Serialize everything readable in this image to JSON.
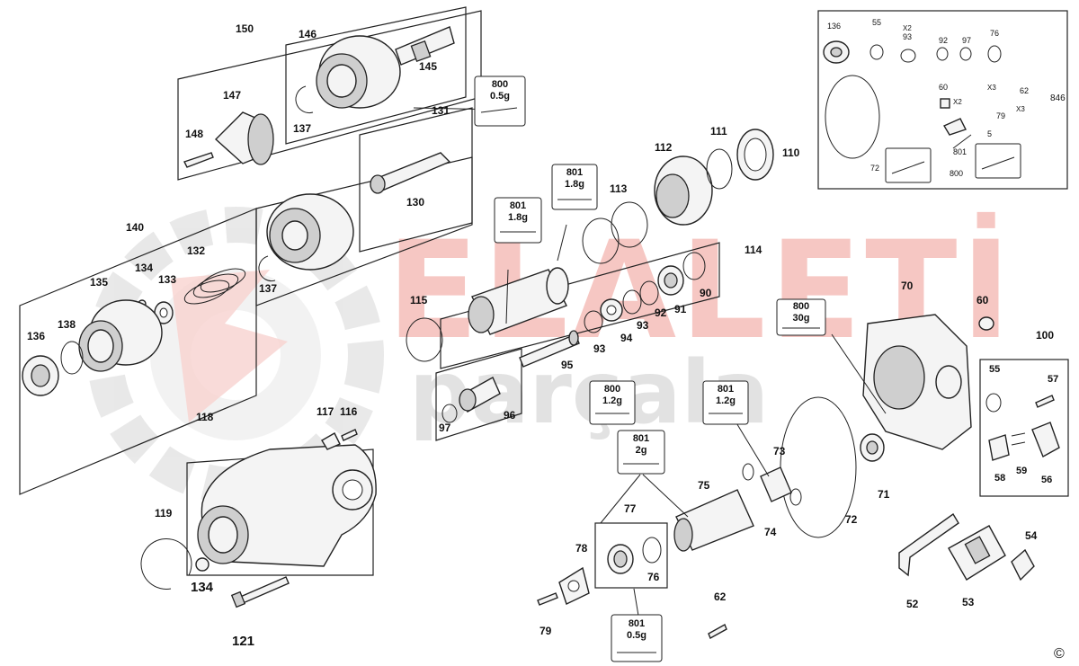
{
  "labels": {
    "l150": "150",
    "l146": "146",
    "l145": "145",
    "l147": "147",
    "l148": "148",
    "l137a": "137",
    "l131": "131",
    "l130": "130",
    "l140": "140",
    "l132": "132",
    "l134a": "134",
    "l133": "133",
    "l135": "135",
    "l137b": "137",
    "l136a": "136",
    "l138": "138",
    "l115": "115",
    "l116": "116",
    "l117": "117",
    "l118": "118",
    "l119": "119",
    "l134b": "134",
    "l121": "121",
    "l112": "112",
    "l111": "111",
    "l110": "110",
    "l113": "113",
    "l114": "114",
    "l90": "90",
    "l91": "91",
    "l92": "92",
    "l93a": "93",
    "l93b": "93",
    "l94": "94",
    "l95": "95",
    "l96": "96",
    "l97": "97",
    "l70": "70",
    "l60a": "60",
    "l100": "100",
    "l55a": "55",
    "l57": "57",
    "l58": "58",
    "l59": "59",
    "l56": "56",
    "l71": "71",
    "l72a": "72",
    "l73": "73",
    "l74": "74",
    "l75": "75",
    "l77": "77",
    "l76a": "76",
    "l78": "78",
    "l79a": "79",
    "l62a": "62",
    "l52": "52",
    "l53": "53",
    "l54": "54",
    "l136b": "136",
    "l55b": "55",
    "lx2a": "X2",
    "l93c": "93",
    "l92b": "92",
    "l97b": "97",
    "l76b": "76",
    "l60b": "60",
    "lx2b": "X2",
    "lx3a": "X3",
    "l79b": "79",
    "l62b": "62",
    "lx3b": "X3",
    "l846": "846",
    "l5": "5",
    "l801k": "801",
    "l72b": "72",
    "l800k": "800",
    "copyright": "©"
  },
  "lube": {
    "b1": {
      "code": "800",
      "qty": "0.5g"
    },
    "b2": {
      "code": "801",
      "qty": "1.8g"
    },
    "b3": {
      "code": "801",
      "qty": "1.8g"
    },
    "b4": {
      "code": "800",
      "qty": "1.2g"
    },
    "b5": {
      "code": "801",
      "qty": "1.2g"
    },
    "b6": {
      "code": "801",
      "qty": "2g"
    },
    "b7": {
      "code": "800",
      "qty": "30g"
    },
    "b8": {
      "code": "801",
      "qty": "0.5g"
    }
  },
  "watermark": {
    "line1": "ELALETİ",
    "line2": "parçala",
    "brand_color": "#e23a2b",
    "gear_color": "#9a9a9a"
  }
}
